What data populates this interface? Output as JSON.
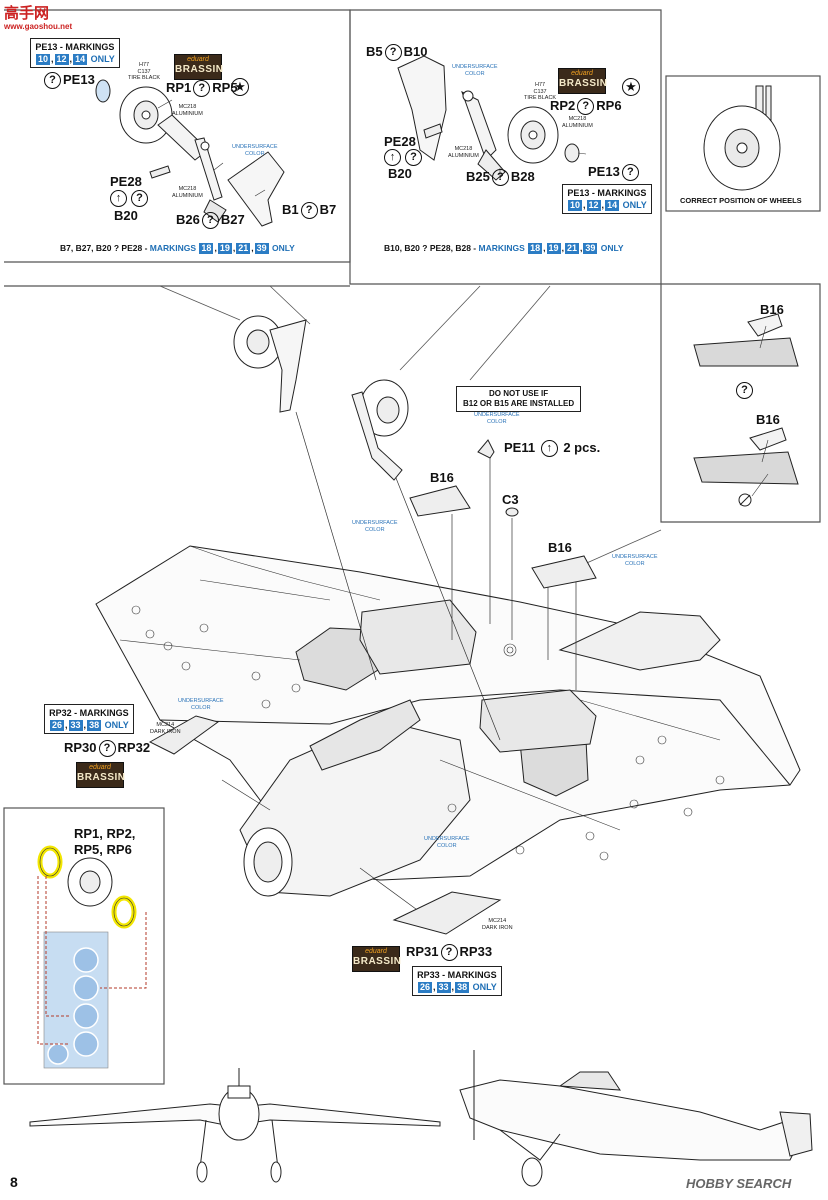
{
  "watermark": {
    "logo": "高手网",
    "url": "www.gaoshou.net"
  },
  "hobbysearch": "HOBBY SEARCH",
  "page_number": "8",
  "brassin": {
    "top": "eduard",
    "bottom": "BRASSIN"
  },
  "panel_left": {
    "markings_title": "PE13 - MARKINGS",
    "markings_nums": [
      "10",
      "12",
      "14"
    ],
    "markings_suffix": "ONLY",
    "pe13": "PE13",
    "rp1": "RP1",
    "rp5": "RP5",
    "pe28": "PE28",
    "b20": "B20",
    "b26": "B26",
    "b27": "B27",
    "b1": "B1",
    "b7": "B7",
    "note_h77": "H77",
    "note_c137": "C137",
    "note_tire": "TIRE BLACK",
    "note_mc218": "MC218",
    "note_alu": "ALUMINIUM",
    "note_under": "UNDERSURFACE",
    "note_color": "COLOR",
    "banner_text": "B7, B27, B20 ? PE28 - ",
    "banner_markings": "MARKINGS",
    "banner_nums": [
      "18",
      "19",
      "21",
      "39"
    ],
    "banner_suffix": "ONLY"
  },
  "panel_mid": {
    "b5": "B5",
    "b10": "B10",
    "rp2": "RP2",
    "rp6": "RP6",
    "pe28": "PE28",
    "b20": "B20",
    "b25": "B25",
    "b28": "B28",
    "pe13": "PE13",
    "markings_title": "PE13 - MARKINGS",
    "markings_nums": [
      "10",
      "12",
      "14"
    ],
    "markings_suffix": "ONLY",
    "note_h77": "H77",
    "note_c137": "C137",
    "note_tire": "TIRE BLACK",
    "note_mc218": "MC218",
    "note_alu": "ALUMINIUM",
    "note_under": "UNDERSURFACE",
    "note_color": "COLOR",
    "banner_text": "B10, B20 ? PE28, B28 - ",
    "banner_markings": "MARKINGS",
    "banner_nums": [
      "18",
      "19",
      "21",
      "39"
    ],
    "banner_suffix": "ONLY"
  },
  "panel_right": {
    "caption": "CORRECT POSITION OF WHEELS"
  },
  "panel_b16": {
    "b16_top": "B16",
    "b16_bottom": "B16"
  },
  "main": {
    "warn_line1": "DO NOT USE IF",
    "warn_line2": "B12 OR B15 ARE INSTALLED",
    "pe11": "PE11",
    "pe11_qty": "2 pcs.",
    "b16_a": "B16",
    "c3": "C3",
    "b16_b": "B16",
    "note_under": "UNDERSURFACE",
    "note_color": "COLOR",
    "note_mc214": "MC214",
    "note_dark": "DARK IRON",
    "rp32_title": "RP32 - MARKINGS",
    "rp32_nums": [
      "26",
      "33",
      "38"
    ],
    "rp32_suffix": "ONLY",
    "rp30": "RP30",
    "rp32": "RP32",
    "rp31": "RP31",
    "rp33": "RP33",
    "rp33_title": "RP33 - MARKINGS",
    "rp33_nums": [
      "26",
      "33",
      "38"
    ],
    "rp33_suffix": "ONLY"
  },
  "panel_rp": {
    "line1": "RP1, RP2,",
    "line2": "RP5, RP6"
  },
  "colors": {
    "accent_blue": "#1f6fb5",
    "number_blue": "#2b7cc4",
    "yellow_ring": "#f2e600",
    "mask_blue": "#b9d3ee",
    "dashed_red": "#b33a2a"
  }
}
